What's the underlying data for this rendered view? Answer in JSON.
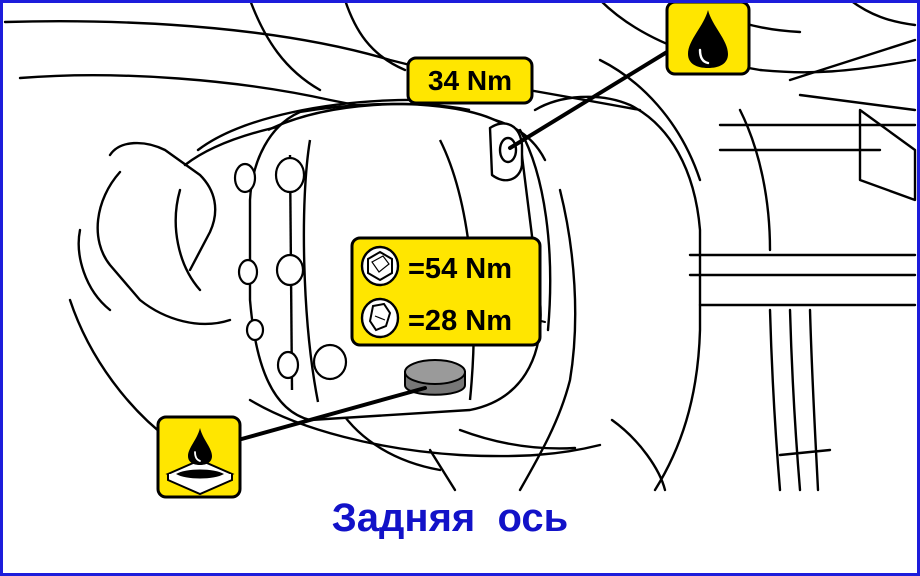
{
  "diagram": {
    "torque_top": "34 Nm",
    "torque_hex": "=54 Nm",
    "torque_torx": "=28 Nm",
    "caption": "Задняя  ось",
    "icons": [
      "oil-drop-icon",
      "oil-drain-icon",
      "hex-bolt-icon",
      "torx-bolt-icon"
    ],
    "colors": {
      "label_fill": "#ffe600",
      "caption": "#1212c8",
      "frame": "#1d1ddb",
      "line_art": "#000000"
    }
  }
}
